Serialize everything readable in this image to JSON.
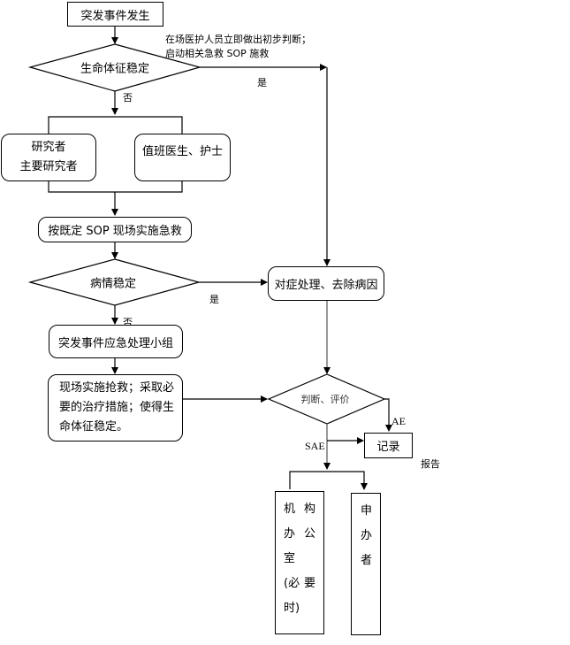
{
  "nodes": {
    "start": "突发事件发生",
    "decision_vitals": "生命体征稳定",
    "researcher_line1": "研究者",
    "researcher_line2": "主要研究者",
    "duty_staff": "值班医生、护士",
    "sop_rescue": "按既定 SOP 现场实施急救",
    "decision_condition": "病情稳定",
    "emergency_team": "突发事件应急处理小组",
    "onsite_rescue_line1": "现场实施抢救；采取必",
    "onsite_rescue_line2": "要的治疗措施；使得生",
    "onsite_rescue_line3": "命体征稳定。",
    "symptomatic": "对症处理、去除病因",
    "decision_assess": "判断、评价",
    "record": "记录",
    "institution_office_col1": [
      "机",
      "办",
      "室",
      "(必",
      "时)"
    ],
    "institution_office_col2": [
      "构",
      "公",
      "",
      "要",
      ""
    ],
    "sponsor": [
      "申",
      "办",
      "者"
    ]
  },
  "labels": {
    "note_line1": "在场医护人员立即做出初步判断；",
    "note_line2": "启动相关急救 SOP 施救",
    "yes_1": "是",
    "no_1": "否",
    "yes_2": "是",
    "no_2": "否",
    "ae": "AE",
    "sae": "SAE",
    "report": "报告"
  }
}
